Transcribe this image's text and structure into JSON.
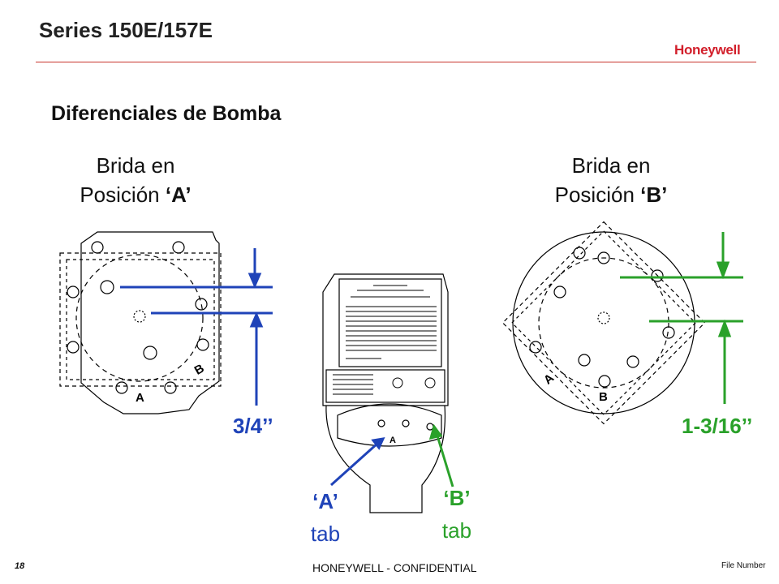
{
  "header": {
    "title": "Series 150E/157E",
    "logo": "Honeywell",
    "accent_color": "#d21f2b"
  },
  "slide": {
    "heading": "Diferenciales de Bomba",
    "left": {
      "caption_line1": "Brida en",
      "caption_line2": "Posición",
      "caption_quote": "‘A’",
      "measurement": "3/4’’",
      "flange_labels": [
        "A",
        "B"
      ],
      "color": "#1f43b8"
    },
    "right": {
      "caption_line1": "Brida en",
      "caption_line2": "Posición",
      "caption_quote": "‘B’",
      "measurement": "1-3/16’’",
      "flange_labels": [
        "A",
        "B"
      ],
      "color": "#2aa12a"
    },
    "center": {
      "body_label": "A",
      "tab_a_quote": "‘A’",
      "tab_a_word": "tab",
      "tab_b_quote": "‘B’",
      "tab_b_word": "tab"
    }
  },
  "footer": {
    "page_number": "18",
    "confidential": "HONEYWELL - CONFIDENTIAL",
    "file_number": "File Number"
  }
}
